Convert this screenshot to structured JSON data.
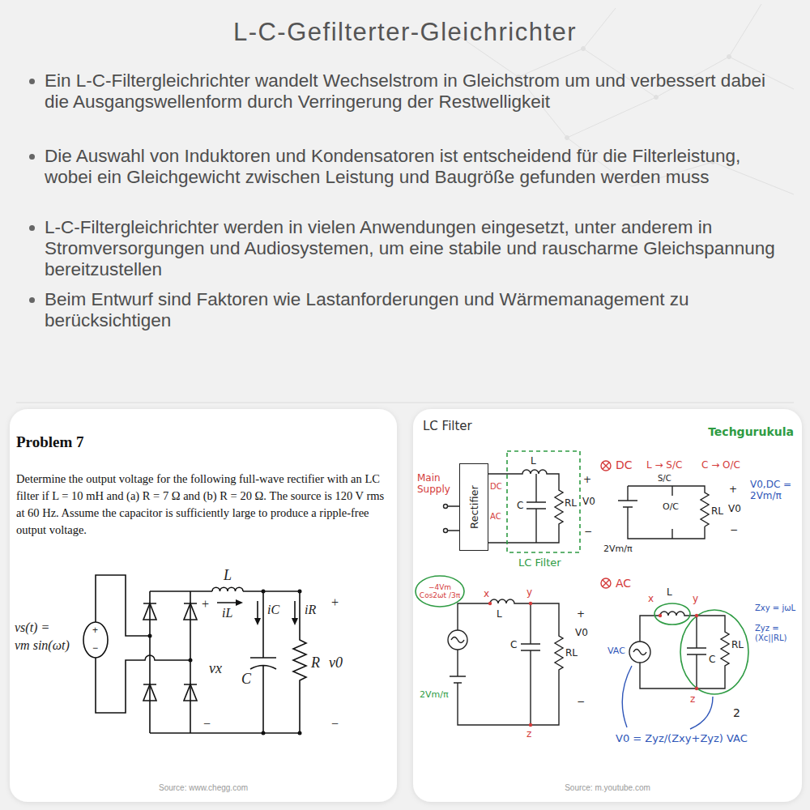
{
  "diagram": {
    "title": "L-C-Gefilterter-Gleichrichter",
    "nodes": [
      {
        "text": [
          "Problem 7",
          "Determine the output voltage for the following full-wave rectifier with an LC filter if L = 10 mH and (a) R = 7 Ω and (b) R = 20 Ω. The source is 120 V rms at 60 Hz. Assume the capacitor is sufficiently large to produce a ripple-free output voltage.",
          "Source: www.chegg.com"
        ]
      },
      {
        "text": [
          "LC Filter",
          "Techgurukula",
          "Source: m.youtube.com"
        ]
      },
      {
        "text": [
          "Rectifier"
        ],
        "in": 1
      }
    ],
    "labels": [
      "Ein L-C-Filtergleichrichter wandelt Wechselstrom in Gleichstrom um und verbessert dabei die Ausgangswellenform durch Verringerung der Restwelligkeit",
      "Die Auswahl von Induktoren und Kondensatoren ist entscheidend für die Filterleistung, wobei ein Gleichgewicht zwischen Leistung und Baugröße gefunden werden muss",
      "L-C-Filtergleichrichter werden in vielen Anwendungen eingesetzt, unter anderem in Stromversorgungen und Audiosystemen, um eine stabile und rauscharme Gleichspannung bereitzustellen",
      "Beim Entwurf sind Faktoren wie Lastanforderungen und Wärmemanagement zu berücksichtigen",
      "L",
      "+",
      "vx",
      "−",
      "iL",
      "iC",
      "iR",
      "C",
      "R",
      "+",
      "v0",
      "−",
      "vs(t) =",
      "vm sin(ωt)",
      "+",
      "−",
      "Main Supply",
      "DC",
      "AC",
      "L",
      "C",
      "RL",
      "+",
      "V0",
      "−",
      "DC",
      "L → S/C",
      "C → O/C",
      "S/C",
      "O/C",
      "RL",
      "+",
      "V0",
      "−",
      "V0,DC = 2Vm/π",
      "2Vm/π",
      "LC Filter",
      "−4Vm Cos2ωt /3π",
      "2Vm/π",
      "x",
      "L",
      "y",
      "C",
      "RL",
      "+",
      "V0",
      "−",
      "z",
      "AC",
      "x",
      "L",
      "y",
      "VAC",
      "C",
      "RL",
      "Zxy = jωL",
      "Zyz = (Xc||RL)",
      "z",
      "V0 = Zyz/(Zxy+Zyz) VAC",
      "2"
    ]
  }
}
